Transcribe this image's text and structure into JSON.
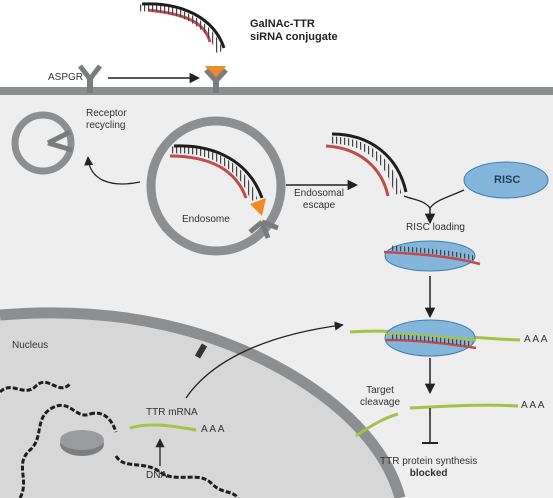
{
  "title": {
    "line1": "GalNAc-TTR",
    "line2": "siRNA conjugate"
  },
  "labels": {
    "aspgr": "ASPGR",
    "receptor_recycling": {
      "line1": "Receptor",
      "line2": "recycling"
    },
    "endosome": "Endosome",
    "endosomal_escape": {
      "line1": "Endosomal",
      "line2": "escape"
    },
    "risc": "RISC",
    "risc_loading": "RISC loading",
    "nucleus": "Nucleus",
    "ttr_mrna": "TTR mRNA",
    "dna": "DNA",
    "poly_a": "A A A",
    "target_cleavage": {
      "line1": "Target",
      "line2": "cleavage"
    },
    "synthesis": {
      "line1": "TTR protein synthesis",
      "line2": "blocked"
    }
  },
  "colors": {
    "membrane": "#8c8e90",
    "cytoplasm": "#eeeeef",
    "nucleus": "#d7d7d8",
    "sense_strand": "#1e1e1e",
    "antisense_strand": "#c24b4b",
    "mrna": "#a6c24a",
    "galnac": "#f08a24",
    "risc": "#84b6dc"
  }
}
